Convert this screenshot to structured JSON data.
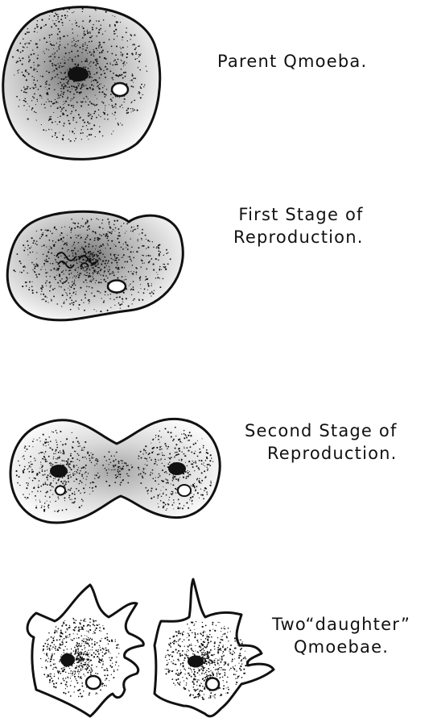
{
  "stages": [
    {
      "id": "parent",
      "lines": [
        "Parent Qmoeba."
      ]
    },
    {
      "id": "first-stage",
      "lines": [
        "First Stage of",
        "Reproduction."
      ]
    },
    {
      "id": "second-stage",
      "lines": [
        "Second Stage of",
        "Reproduction."
      ]
    },
    {
      "id": "daughters",
      "lines": [
        "Two“daughter”",
        "Qmoebae."
      ]
    }
  ],
  "colors": {
    "ink": "#111111",
    "paper": "#ffffff"
  }
}
